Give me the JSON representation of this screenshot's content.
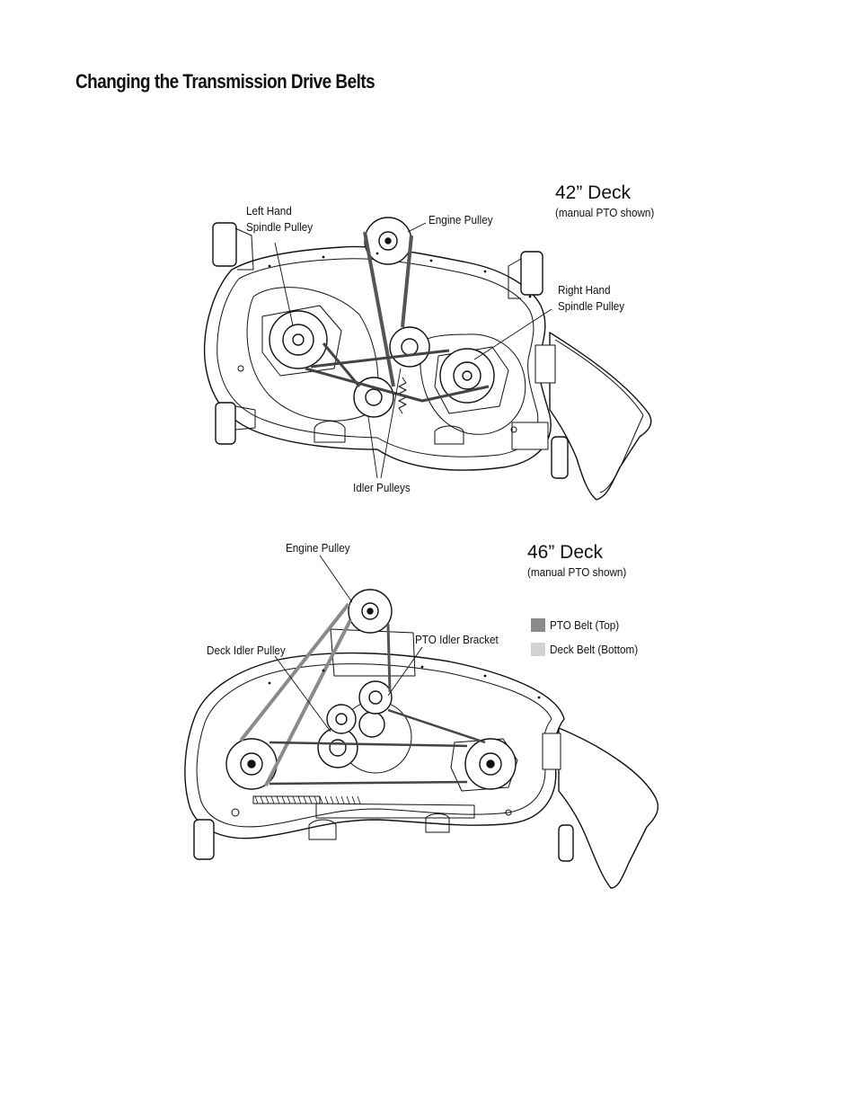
{
  "page": {
    "title": "Changing the Transmission Drive Belts"
  },
  "deck42": {
    "heading": "42” Deck",
    "subheading": "(manual PTO shown)",
    "labels": {
      "left_hand_spindle_pulley": [
        "Left Hand",
        "Spindle Pulley"
      ],
      "engine_pulley": "Engine Pulley",
      "right_hand_spindle_pulley": [
        "Right Hand",
        "Spindle Pulley"
      ],
      "idler_pulleys": "Idler Pulleys"
    }
  },
  "deck46": {
    "heading": "46” Deck",
    "subheading": "(manual PTO shown)",
    "labels": {
      "engine_pulley": "Engine Pulley",
      "deck_idler_pulley": "Deck Idler Pulley",
      "pto_idler_bracket": "PTO Idler Bracket"
    },
    "legend": [
      {
        "label": "PTO Belt (Top)",
        "color": "#8a8a8a"
      },
      {
        "label": "Deck Belt (Bottom)",
        "color": "#d2d2d2"
      }
    ]
  },
  "colors": {
    "pto_belt": "#8a8a8a",
    "deck_belt": "#d2d2d2",
    "line_art": "#111111"
  }
}
